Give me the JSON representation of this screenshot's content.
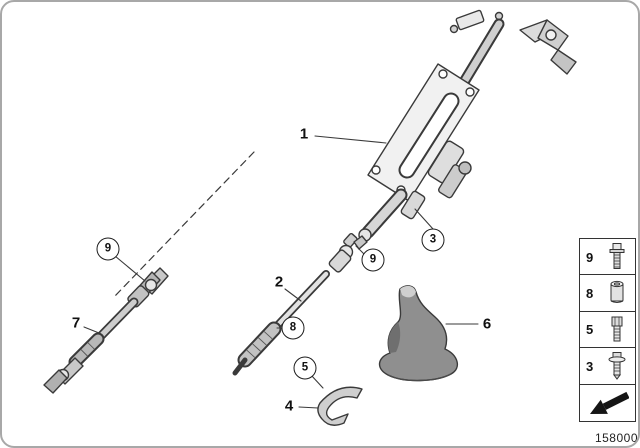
{
  "diagram": {
    "number": "158000"
  },
  "callouts": {
    "c1": "1",
    "c2": "2",
    "c3": "3",
    "c4": "4",
    "c5": "5",
    "c6": "6",
    "c7": "7",
    "c8": "8",
    "c9_shaft": "9",
    "c9_column": "9"
  },
  "legend": {
    "items": [
      {
        "label": "9",
        "icon": "flange-bolt-icon"
      },
      {
        "label": "8",
        "icon": "spacer-sleeve-icon"
      },
      {
        "label": "5",
        "icon": "socket-head-screw-icon"
      },
      {
        "label": "3",
        "icon": "screw-with-washer-icon"
      }
    ],
    "arrow_icon": "direction-arrow-icon"
  }
}
